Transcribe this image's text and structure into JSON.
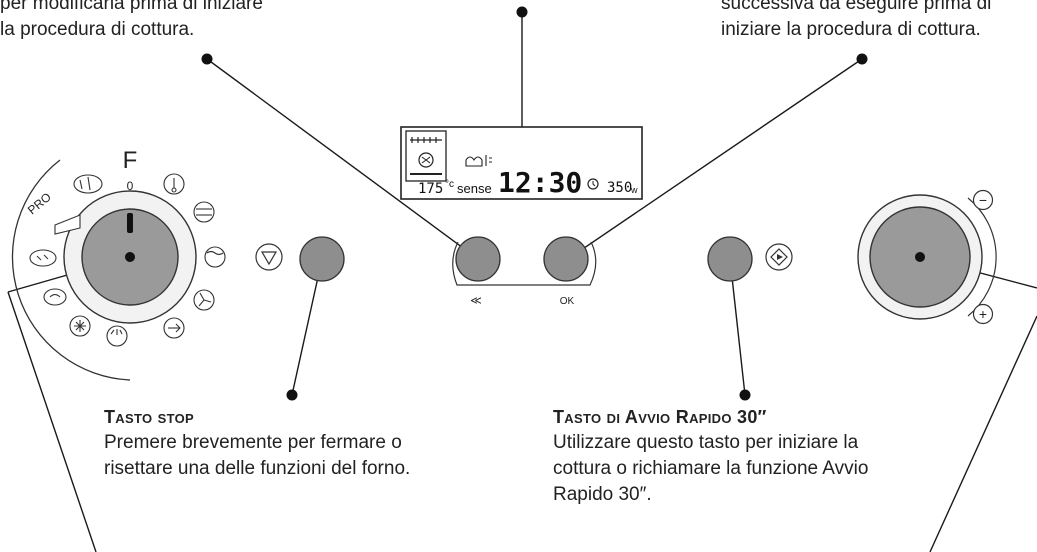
{
  "top_left_text": [
    "per modificarla prima di iniziare",
    "la procedura di cottura."
  ],
  "top_right_text": [
    "successiva da eseguire prima di",
    "iniziare la procedura di cottura."
  ],
  "selector": {
    "mode_letter": "F",
    "zero_mark": "0",
    "pro_label": "PRO"
  },
  "display": {
    "temperature": "175",
    "temperature_unit": "°c",
    "sense_label": "sense",
    "time": "12:30",
    "power": "350",
    "power_unit": "w"
  },
  "buttons": {
    "back_label": "≪",
    "ok_label": "OK"
  },
  "stop_section": {
    "title": "Tasto stop",
    "description": [
      "Premere brevemente per fermare o",
      "risettare una delle funzioni del forno."
    ]
  },
  "start_section": {
    "title": "Tasto di Avvio Rapido 30″",
    "description": [
      "Utilizzare questo tasto per iniziare la",
      "cottura o richiamare la funzione Avvio",
      "Rapido 30″."
    ]
  },
  "adjust_knob": {
    "minus_symbol": "−",
    "plus_symbol": "+"
  },
  "icons": {
    "stop": "stop-triangle-icon",
    "start": "start-diamond-icon",
    "minus": "minus-circle-icon",
    "plus": "plus-circle-icon"
  },
  "colors": {
    "button_fill": "#8e8e8e",
    "knob_fill": "#9a9a9a",
    "line": "#1a1a1a"
  }
}
